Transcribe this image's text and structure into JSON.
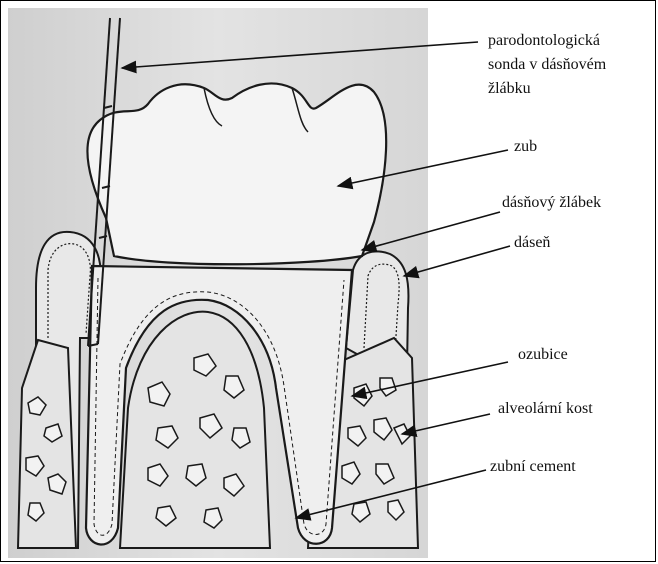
{
  "labels": {
    "probe_line1": "parodontologická",
    "probe_line2": "sonda v dásňovém",
    "probe_line3": "žlábku",
    "tooth": "zub",
    "sulcus": "dásňový žlábek",
    "gum": "dáseň",
    "ligament": "ozubice",
    "bone": "alveolární kost",
    "cementum": "zubní cement"
  },
  "colors": {
    "photo_background": "#dcdcdc",
    "ink": "#1a1a1a",
    "label_text": "#111111"
  }
}
